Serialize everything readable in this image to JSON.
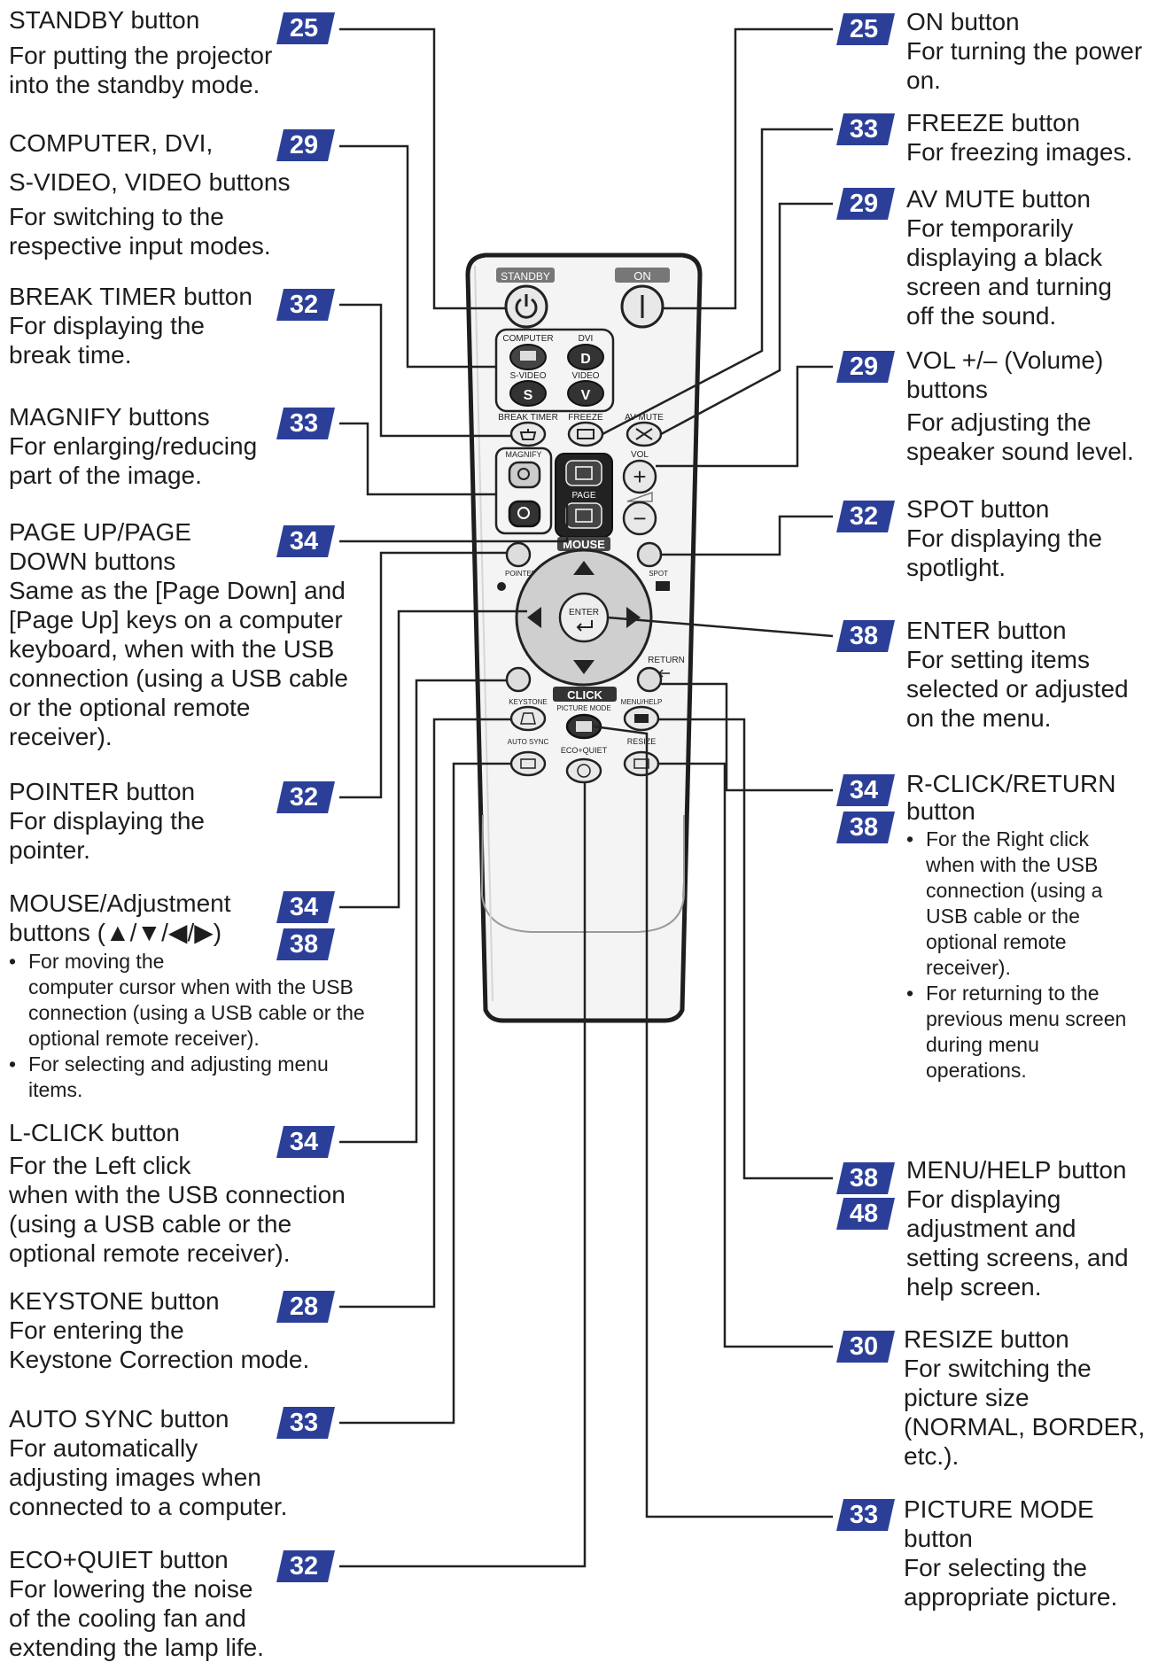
{
  "colors": {
    "badge": "#2b3f99",
    "line": "#222222",
    "remote_body": "#f4f4f4"
  },
  "callouts_left": [
    {
      "id": "standby",
      "title": "STANDBY button",
      "desc": "For putting the projector\ninto the standby mode.",
      "pages": [
        "25"
      ]
    },
    {
      "id": "inputs",
      "title": "COMPUTER, DVI,\nS-VIDEO, VIDEO buttons",
      "desc": "For switching to the\nrespective input modes.",
      "pages": [
        "29"
      ]
    },
    {
      "id": "break-timer",
      "title": "BREAK TIMER button",
      "desc": "For displaying the\nbreak time.",
      "pages": [
        "32"
      ]
    },
    {
      "id": "magnify",
      "title": "MAGNIFY buttons",
      "desc": "For enlarging/reducing\npart of the image.",
      "pages": [
        "33"
      ]
    },
    {
      "id": "page-up-down",
      "title": "PAGE UP/PAGE\nDOWN buttons",
      "desc": "Same as the [Page Down] and\n[Page Up] keys on a computer\nkeyboard, when with the USB\nconnection (using a USB cable\nor the optional remote\nreceiver).",
      "pages": [
        "34"
      ]
    },
    {
      "id": "pointer",
      "title": "POINTER button",
      "desc": "For displaying the\npointer.",
      "pages": [
        "32"
      ]
    },
    {
      "id": "mouse",
      "title": "MOUSE/Adjustment\nbuttons (▲/▼/◀/▶)",
      "bullets": [
        "For moving the\ncomputer cursor when with the USB\nconnection (using a USB cable or the\noptional remote receiver).",
        "For selecting and adjusting menu\nitems."
      ],
      "pages": [
        "34",
        "38"
      ]
    },
    {
      "id": "l-click",
      "title": "L-CLICK button",
      "desc": "For the Left click\nwhen with the USB connection\n(using a USB cable or the\noptional remote receiver).",
      "pages": [
        "34"
      ]
    },
    {
      "id": "keystone",
      "title": "KEYSTONE button",
      "desc": "For entering the\nKeystone Correction mode.",
      "pages": [
        "28"
      ]
    },
    {
      "id": "auto-sync",
      "title": "AUTO SYNC button",
      "desc": "For automatically\nadjusting images when\nconnected to a computer.",
      "pages": [
        "33"
      ]
    },
    {
      "id": "eco-quiet",
      "title": "ECO+QUIET button",
      "desc": "For lowering the noise\nof the cooling fan and\nextending the lamp life.",
      "pages": [
        "32"
      ]
    }
  ],
  "callouts_right": [
    {
      "id": "on",
      "title": "ON button",
      "desc": "For turning the power\non.",
      "pages": [
        "25"
      ]
    },
    {
      "id": "freeze",
      "title": "FREEZE button",
      "desc": "For freezing images.",
      "pages": [
        "33"
      ]
    },
    {
      "id": "av-mute",
      "title": "AV MUTE button",
      "desc": "For temporarily\ndisplaying a black\nscreen and turning\noff the sound.",
      "pages": [
        "29"
      ]
    },
    {
      "id": "vol",
      "title": "VOL +/– (Volume)\nbuttons",
      "desc": "For adjusting the\nspeaker sound level.",
      "pages": [
        "29"
      ]
    },
    {
      "id": "spot",
      "title": "SPOT button",
      "desc": "For displaying the\nspotlight.",
      "pages": [
        "32"
      ]
    },
    {
      "id": "enter",
      "title": "ENTER button",
      "desc": "For setting items\nselected or adjusted\non the menu.",
      "pages": [
        "38"
      ]
    },
    {
      "id": "r-click",
      "title": "R-CLICK/RETURN\nbutton",
      "bullets": [
        "For the Right click\nwhen with the USB\nconnection (using a\nUSB cable or the\noptional remote\nreceiver).",
        "For returning to the\nprevious menu screen\nduring menu\noperations."
      ],
      "pages": [
        "34",
        "38"
      ]
    },
    {
      "id": "menu-help",
      "title": "MENU/HELP button",
      "desc": "For displaying\nadjustment and\nsetting screens, and\nhelp screen.",
      "pages": [
        "38",
        "48"
      ]
    },
    {
      "id": "resize",
      "title": "RESIZE button",
      "desc": "For switching the\npicture size\n(NORMAL, BORDER,\netc.).",
      "pages": [
        "30"
      ]
    },
    {
      "id": "picture-mode",
      "title": "PICTURE MODE\nbutton",
      "desc": "For selecting the\nappropriate picture.",
      "pages": [
        "33"
      ]
    }
  ],
  "remote_labels": {
    "standby": "STANDBY",
    "on": "ON",
    "computer": "COMPUTER",
    "dvi": "DVI",
    "svideo": "S-VIDEO",
    "video": "VIDEO",
    "break_timer": "BREAK TIMER",
    "freeze": "FREEZE",
    "av_mute": "AV MUTE",
    "magnify": "MAGNIFY",
    "vol": "VOL",
    "page": "PAGE",
    "mouse": "MOUSE",
    "pointer": "POINTER",
    "spot": "SPOT",
    "enter": "ENTER",
    "return": "RETURN",
    "click": "CLICK",
    "keystone": "KEYSTONE",
    "picture_mode": "PICTURE MODE",
    "menu_help": "MENU/HELP",
    "auto_sync": "AUTO SYNC",
    "eco_quiet": "ECO+QUIET",
    "resize": "RESIZE",
    "key_d": "D",
    "key_s": "S",
    "key_v": "V",
    "plus": "+",
    "minus": "−"
  }
}
